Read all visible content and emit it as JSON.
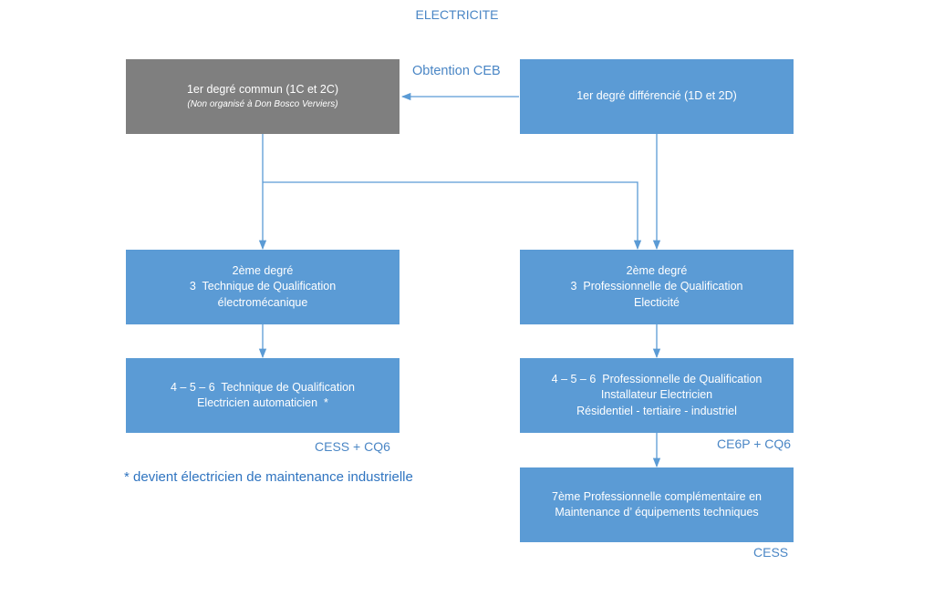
{
  "title": "ELECTRICITE",
  "boxes": {
    "first_common": {
      "line1": "1er degré commun (1C et 2C)",
      "note": "(Non organisé à Don Bosco Verviers)"
    },
    "first_diff": {
      "line1": "1er degré différencié (1D et 2D)"
    },
    "second_tech": {
      "line1": "2ème degré",
      "line2": "3  Technique de Qualification",
      "line3": "électromécanique"
    },
    "second_prof": {
      "line1": "2ème degré",
      "line2": "3  Professionnelle de Qualification",
      "line3": "Electicité"
    },
    "third_tech": {
      "line1": "4 – 5 – 6  Technique de Qualification",
      "line2": "Electricien automaticien  *"
    },
    "third_prof": {
      "line1": "4 – 5 – 6  Professionnelle de Qualification",
      "line2": "Installateur Electricien",
      "line3": "Résidentiel - tertiaire - industriel"
    },
    "seventh": {
      "line1": "7ème Professionnelle complémentaire en",
      "line2": "Maintenance d’ équipements techniques"
    }
  },
  "labels": {
    "obtention": "Obtention CEB",
    "cess_cq6": "CESS + CQ6",
    "ce6p_cq6": "CE6P + CQ6",
    "cess": "CESS"
  },
  "footnote": "* devient électricien de maintenance industrielle",
  "colors": {
    "box_blue": "#5b9bd5",
    "box_grey": "#7f7f7f",
    "text_blue": "#4a86c5",
    "connector": "#5b9bd5"
  }
}
